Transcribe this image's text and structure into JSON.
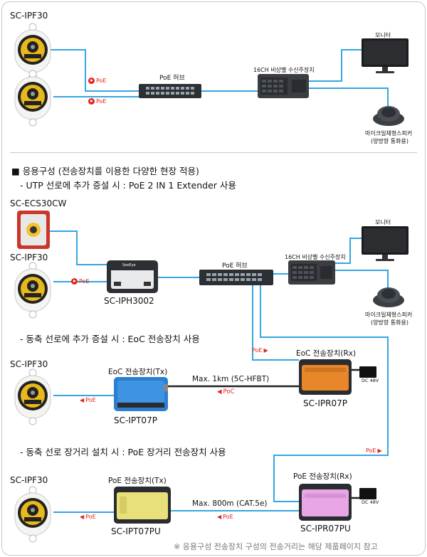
{
  "top": {
    "camera_label": "SC-IPF30",
    "poe_tag": "PoE",
    "hub_label": "PoE 허브",
    "receiver_label": "16CH 비상벨 수신주장치",
    "monitor_label": "모니터",
    "speaker_label_line1": "마이크일체형스피커",
    "speaker_label_line2": "(양방향 통화용)"
  },
  "section": {
    "heading": "■ 응용구성 (전송장치를 이용한 다양한 현장 적용)",
    "sub1": "- UTP 선로에 추가 증설 시 : PoE 2 IN 1 Extender 사용",
    "sub2": "- 동축 선로에 추가 증설 시 : EoC 전송장치 사용",
    "sub3": "- 동축 선로 장거리 설치 시 : PoE 장거리 전송장치 사용"
  },
  "mid": {
    "cw_label": "SC-ECS30CW",
    "camera_label": "SC-IPF30",
    "poe_tag": "PoE",
    "extender_label": "SC-IPH3002",
    "extender_brand": "SeeEye",
    "hub_label": "PoE 허브",
    "receiver_label": "16CH 비상벨 수신주장치",
    "monitor_label": "모니터",
    "speaker_label_line1": "마이크일체형스피커",
    "speaker_label_line2": "(양방향 통화용)"
  },
  "eoc": {
    "camera_label": "SC-IPF30",
    "tx_title": "EoC 전송장치(Tx)",
    "tx_model": "SC-IPT07P",
    "rx_title": "EoC 전송장치(Rx)",
    "rx_model": "SC-IPR07P",
    "cable_label": "Max. 1km (5C-HFBT)",
    "poc_tag": "PoC",
    "poe_tag_left": "PoE",
    "poe_tag_rx": "PoE",
    "dc_label": "DC 48V"
  },
  "lr": {
    "camera_label": "SC-IPF30",
    "tx_title": "PoE 전송장치(Tx)",
    "tx_model": "SC-IPT07PU",
    "rx_title": "PoE 전송장치(Rx)",
    "rx_model": "SC-IPR07PU",
    "cable_label": "Max. 800m (CAT.5e)",
    "poe_tag_left": "PoE",
    "poe_tag_mid": "PoE",
    "poe_tag_right": "PoE",
    "dc_label": "DC 48V"
  },
  "footnote": "※ 응용구성 전송장치 구성의 전송거리는 해당 제품페이지 참고",
  "colors": {
    "wire": "#35a6e0",
    "poe_red": "#e2231a",
    "eoc_blue": "#2b7fd1",
    "eoc_orange": "#e8862a",
    "poe_yellow": "#e8e07a",
    "poe_pink": "#e9a6e6"
  }
}
